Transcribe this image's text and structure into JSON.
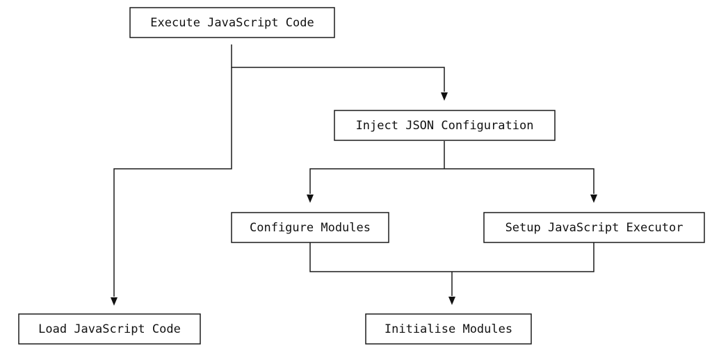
{
  "nodes": {
    "execute": "Execute JavaScript Code",
    "inject": "Inject JSON Configuration",
    "configure": "Configure Modules",
    "setup": "Setup JavaScript Executor",
    "load": "Load JavaScript Code",
    "initialise": "Initialise Modules"
  },
  "colors": {
    "line": "#1a1a1a",
    "box_fill": "#ffffff",
    "text": "#111111"
  }
}
